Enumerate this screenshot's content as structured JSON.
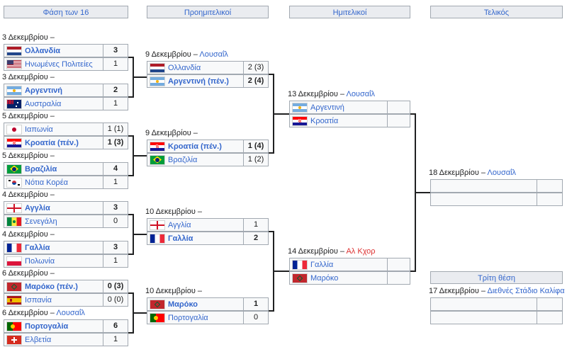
{
  "round_headers": [
    "Φάση των 16",
    "Προημιτελικοί",
    "Ημιτελικοί",
    "Τελικός",
    "Τρίτη θέση"
  ],
  "r16": [
    {
      "date": "3 Δεκεμβρίου",
      "venue": "",
      "home": {
        "name": "Ολλανδία",
        "score": "3",
        "flag": "flag-netherlands",
        "win": true
      },
      "away": {
        "name": "Ηνωμένες Πολιτείες",
        "score": "1",
        "flag": "flag-usa",
        "win": false
      }
    },
    {
      "date": "3 Δεκεμβρίου",
      "venue": "",
      "home": {
        "name": "Αργεντινή",
        "score": "2",
        "flag": "flag-argentina",
        "win": true
      },
      "away": {
        "name": "Αυστραλία",
        "score": "1",
        "flag": "flag-australia",
        "win": false
      }
    },
    {
      "date": "5 Δεκεμβρίου",
      "venue": "",
      "home": {
        "name": "Ιαπωνία",
        "score": "1 (1)",
        "flag": "flag-japan",
        "win": false
      },
      "away": {
        "name": "Κροατία (πέν.)",
        "score": "1 (3)",
        "flag": "flag-croatia",
        "win": true
      }
    },
    {
      "date": "5 Δεκεμβρίου",
      "venue": "",
      "home": {
        "name": "Βραζιλία",
        "score": "4",
        "flag": "flag-brazil",
        "win": true
      },
      "away": {
        "name": "Νότια Κορέα",
        "score": "1",
        "flag": "flag-south-korea",
        "win": false
      }
    },
    {
      "date": "4 Δεκεμβρίου",
      "venue": "",
      "home": {
        "name": "Αγγλία",
        "score": "3",
        "flag": "flag-england",
        "win": true
      },
      "away": {
        "name": "Σενεγάλη",
        "score": "0",
        "flag": "flag-senegal",
        "win": false
      }
    },
    {
      "date": "4 Δεκεμβρίου",
      "venue": "",
      "home": {
        "name": "Γαλλία",
        "score": "3",
        "flag": "flag-france",
        "win": true
      },
      "away": {
        "name": "Πολωνία",
        "score": "1",
        "flag": "flag-poland",
        "win": false
      }
    },
    {
      "date": "6 Δεκεμβρίου",
      "venue": "",
      "home": {
        "name": "Μαρόκο (πέν.)",
        "score": "0 (3)",
        "flag": "flag-morocco",
        "win": true
      },
      "away": {
        "name": "Ισπανία",
        "score": "0 (0)",
        "flag": "flag-spain",
        "win": false
      }
    },
    {
      "date": "6 Δεκεμβρίου",
      "venue": "Λουσαΐλ",
      "home": {
        "name": "Πορτογαλία",
        "score": "6",
        "flag": "flag-portugal",
        "win": true
      },
      "away": {
        "name": "Ελβετία",
        "score": "1",
        "flag": "flag-switzerland",
        "win": false
      }
    }
  ],
  "qf": [
    {
      "date": "9 Δεκεμβρίου",
      "venue": "Λουσαΐλ",
      "home": {
        "name": "Ολλανδία",
        "score": "2 (3)",
        "flag": "flag-netherlands",
        "win": false
      },
      "away": {
        "name": "Αργεντινή (πέν.)",
        "score": "2 (4)",
        "flag": "flag-argentina",
        "win": true
      }
    },
    {
      "date": "9 Δεκεμβρίου",
      "venue": "",
      "home": {
        "name": "Κροατία (πέν.)",
        "score": "1 (4)",
        "flag": "flag-croatia",
        "win": true
      },
      "away": {
        "name": "Βραζιλία",
        "score": "1 (2)",
        "flag": "flag-brazil",
        "win": false
      }
    },
    {
      "date": "10 Δεκεμβρίου",
      "venue": "",
      "home": {
        "name": "Αγγλία",
        "score": "1",
        "flag": "flag-england",
        "win": false
      },
      "away": {
        "name": "Γαλλία",
        "score": "2",
        "flag": "flag-france",
        "win": true
      }
    },
    {
      "date": "10 Δεκεμβρίου",
      "venue": "",
      "home": {
        "name": "Μαρόκο",
        "score": "1",
        "flag": "flag-morocco",
        "win": true
      },
      "away": {
        "name": "Πορτογαλία",
        "score": "0",
        "flag": "flag-portugal",
        "win": false
      }
    }
  ],
  "sf": [
    {
      "date": "13 Δεκεμβρίου",
      "venue": "Λουσαΐλ",
      "home": {
        "name": "Αργεντινή",
        "score": "",
        "flag": "flag-argentina",
        "win": false
      },
      "away": {
        "name": "Κροατία",
        "score": "",
        "flag": "flag-croatia",
        "win": false
      }
    },
    {
      "date": "14 Δεκεμβρίου",
      "venue": "Αλ Κχορ",
      "venue_red": true,
      "home": {
        "name": "Γαλλία",
        "score": "",
        "flag": "flag-france",
        "win": false
      },
      "away": {
        "name": "Μαρόκο",
        "score": "",
        "flag": "flag-morocco",
        "win": false
      }
    }
  ],
  "final": {
    "date": "18 Δεκεμβρίου",
    "venue": "Λουσαΐλ",
    "home": {
      "name": "",
      "score": "",
      "flag": "",
      "win": false
    },
    "away": {
      "name": "",
      "score": "",
      "flag": "",
      "win": false
    }
  },
  "third": {
    "date": "17 Δεκεμβρίου",
    "venue": "Διεθνές Στάδιο Καλίφα",
    "home": {
      "name": "",
      "score": "",
      "flag": "",
      "win": false
    },
    "away": {
      "name": "",
      "score": "",
      "flag": "",
      "win": false
    }
  },
  "colors": {
    "link": "#3366cc",
    "redlink": "#dd3333",
    "line": "#202122",
    "cell_bg": "#f8f9fa",
    "header_bg": "#eaecf0",
    "border": "#a2a9b1"
  }
}
